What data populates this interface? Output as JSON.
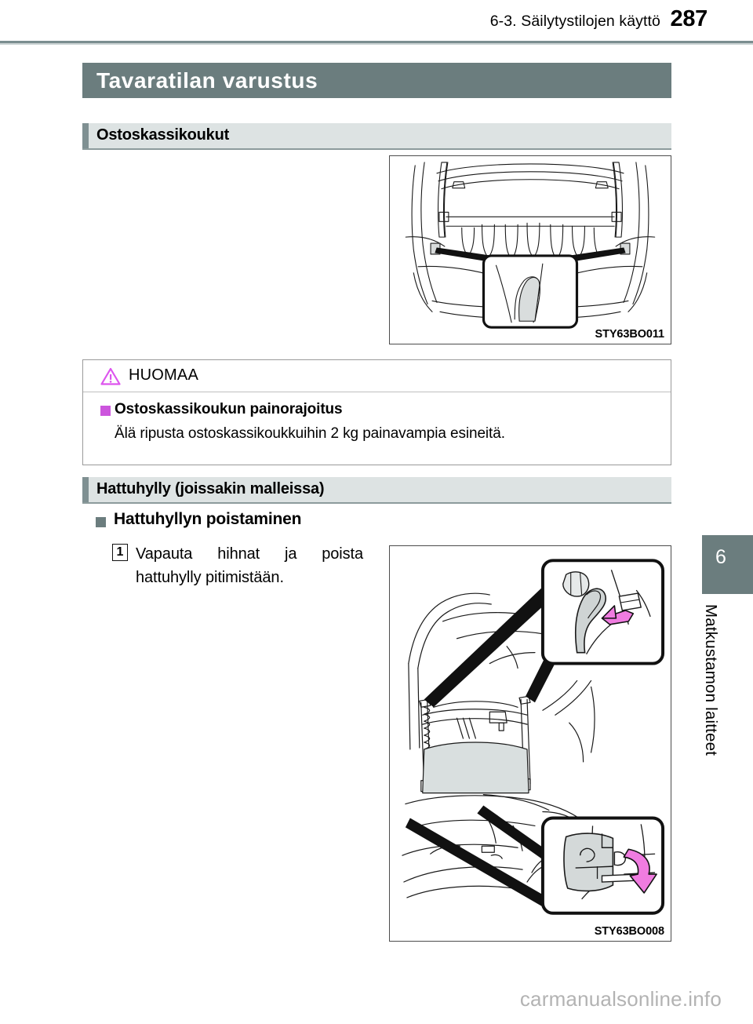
{
  "header": {
    "section_ref": "6-3. Säilytystilojen käyttö",
    "page_number": "287"
  },
  "chapter_title": "Tavaratilan varustus",
  "sections": [
    {
      "id": "shopping-bag-hooks",
      "title": "Ostoskassikoukut"
    },
    {
      "id": "parcel-shelf",
      "title": "Hattuhylly (joissakin malleissa)"
    }
  ],
  "figures": [
    {
      "id": "hooks-figure",
      "caption": "STY63BO011",
      "description": "Tavaratilan ostoskassikoukut"
    },
    {
      "id": "shelf-figure",
      "caption": "STY63BO008",
      "description": "Hattuhyllyn irrotus hihnoista ja pitimistä"
    }
  ],
  "notice": {
    "icon": "warning-triangle-icon",
    "heading": "HUOMAA",
    "bullet_color": "#cc55dd",
    "sub_title": "Ostoskassikoukun painorajoitus",
    "body": "Älä ripusta ostoskassikoukkuihin 2 kg painavampia esineitä."
  },
  "procedure": {
    "sub_title": "Hattuhyllyn poistaminen",
    "bullet_color": "#6b7d7e",
    "steps": [
      {
        "number": "1",
        "text": "Vapauta hihnat ja poista hattuhylly pitimistään."
      }
    ]
  },
  "side_tab": {
    "number": "6",
    "label": "Matkustamon laitteet",
    "color": "#6b7d7e"
  },
  "watermark": "carmanualsonline.info"
}
